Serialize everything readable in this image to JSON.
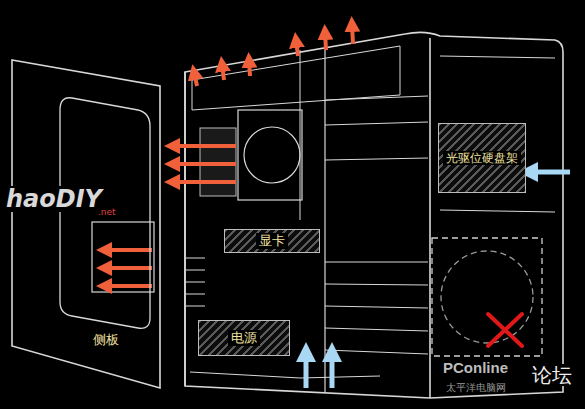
{
  "diagram": {
    "nodes": [
      {
        "text": [
          "光驱位硬盘架"
        ]
      },
      {
        "text": [
          "显卡"
        ]
      },
      {
        "text": [
          "侧板"
        ]
      },
      {
        "text": [
          "电源"
        ]
      }
    ],
    "labels": [
      "haoDIY",
      ".net",
      "PConline",
      "太平洋电脑网",
      "论坛"
    ]
  }
}
